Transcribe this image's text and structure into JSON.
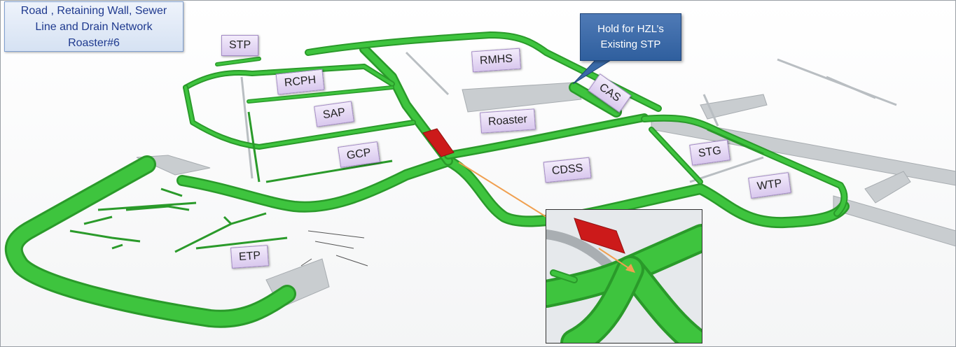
{
  "title": "Road , Retaining Wall, Sewer\nLine and Drain Network\nRoaster#6",
  "callout": "Hold for HZL’s\nExisting STP",
  "labels": {
    "stp": "STP",
    "rcph": "RCPH",
    "rmhs": "RMHS",
    "cas": "CAS",
    "sap": "SAP",
    "roaster": "Roaster",
    "gcp": "GCP",
    "stg": "STG",
    "cdss": "CDSS",
    "wtp": "WTP",
    "etp": "ETP"
  },
  "colors": {
    "road": "#3ec43e",
    "road_dark": "#2a9a2a",
    "pavement": "#c8cccf",
    "highlight": "#cc1a1a",
    "arrow": "#f0a050"
  }
}
